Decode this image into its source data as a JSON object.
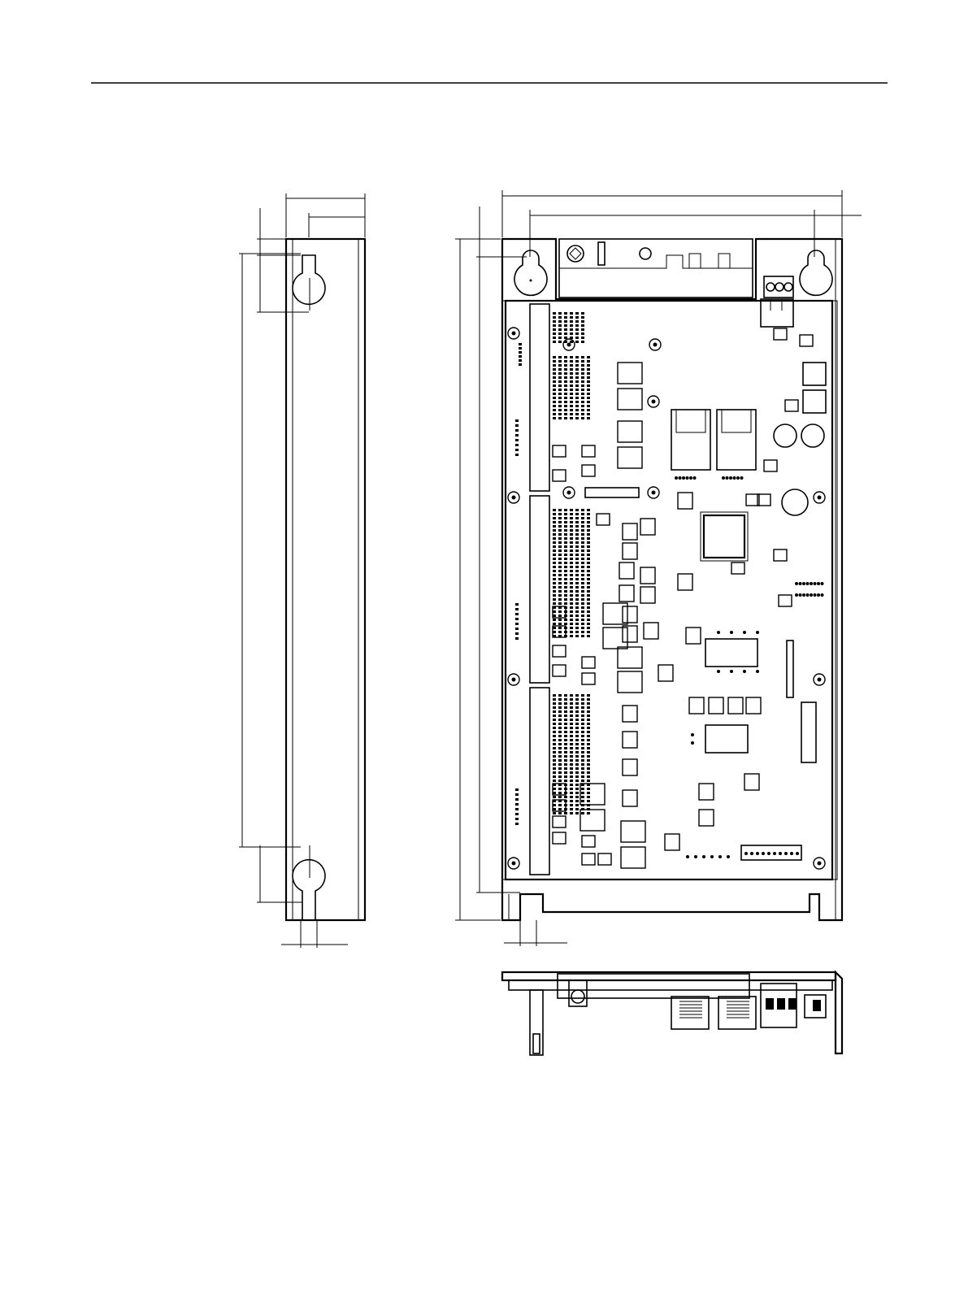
{
  "drawing": {
    "views": [
      "side-view",
      "front-view",
      "bottom-view"
    ],
    "line_color": "#000000",
    "background": "#ffffff"
  }
}
